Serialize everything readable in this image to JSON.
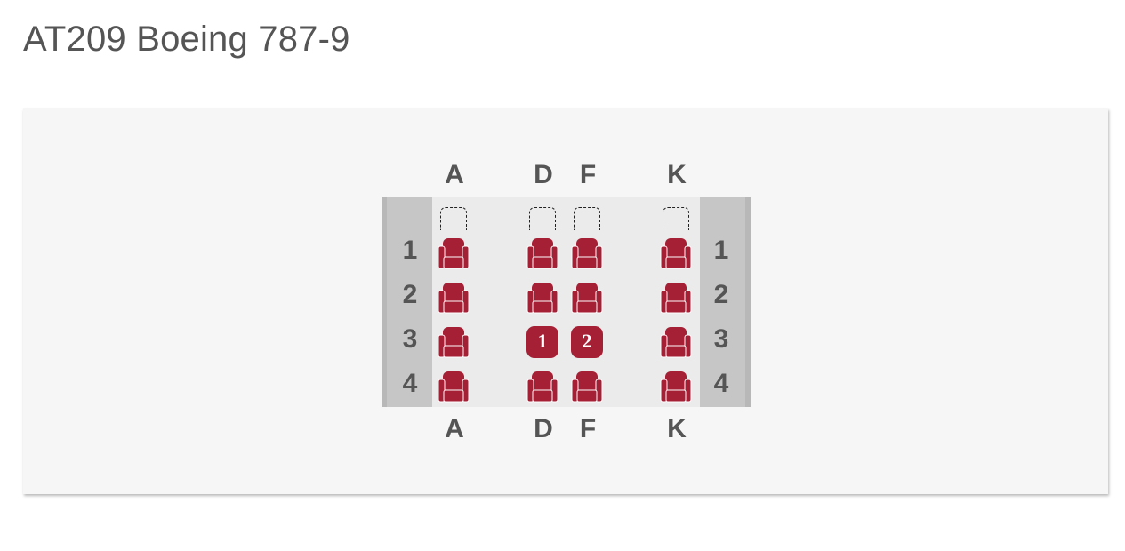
{
  "flight": {
    "title": "AT209 Boeing 787-9"
  },
  "seatmap": {
    "columns": [
      "A",
      "D",
      "F",
      "K"
    ],
    "rows": [
      "1",
      "2",
      "3",
      "4"
    ],
    "seat_color": "#a51f35",
    "seat_icon": "airplane-seat-icon",
    "no_seat_columns_above_row1": [
      "A",
      "D",
      "F",
      "K"
    ],
    "selected_seats": [
      {
        "seat": "3D",
        "passenger": "1"
      },
      {
        "seat": "3F",
        "passenger": "2"
      }
    ],
    "available_seats": [
      "1A",
      "1D",
      "1F",
      "1K",
      "2A",
      "2D",
      "2F",
      "2K",
      "3A",
      "3K",
      "4A",
      "4D",
      "4F",
      "4K"
    ]
  }
}
